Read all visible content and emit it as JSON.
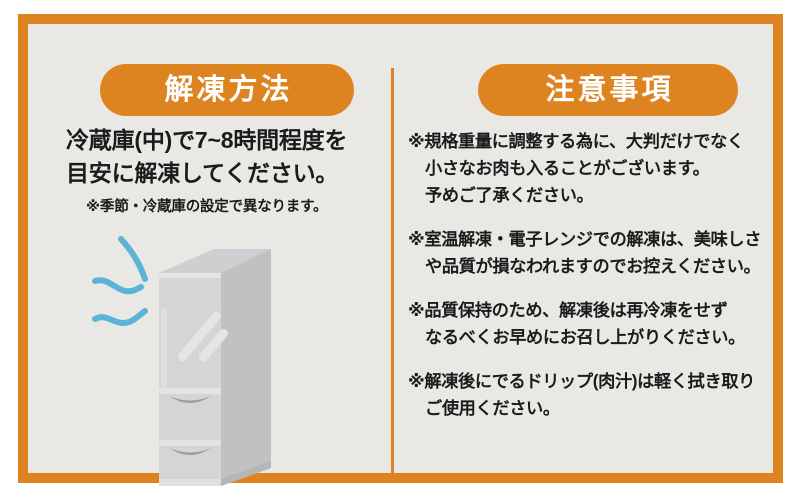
{
  "colors": {
    "frame_orange": "#dd8420",
    "background": "#e9e8e4",
    "page_white": "#ffffff",
    "text_dark": "#1b1b1b",
    "pill_text": "#ffffff",
    "cool_air_blue": "#5bb4d6",
    "fridge_body": "#d3d5d6",
    "fridge_top": "#cdcfd0",
    "fridge_side": "#bfc1c2",
    "fridge_handle": "#9a9d9f"
  },
  "left_panel": {
    "title": "解凍方法",
    "lead_line_1": "冷蔵庫(中)で7~8時間程度を",
    "lead_line_2": "目安に解凍してください。",
    "note": "※季節・冷蔵庫の設定で異なります。",
    "illustration_name": "refrigerator-illustration",
    "illustration_alt": "三段式冷蔵庫のイラスト（冷気の線つき）"
  },
  "right_panel": {
    "title": "注意事項",
    "items": [
      "※規格重量に調整する為に、大判だけでなく\n小さなお肉も入ることがございます。\n予めご了承ください。",
      "※室温解凍・電子レンジでの解凍は、美味しさ\nや品質が損なわれますのでお控えください。",
      "※品質保持のため、解凍後は再冷凍をせず\nなるべくお早めにお召し上がりください。",
      "※解凍後にでるドリップ(肉汁)は軽く拭き取り\nご使用ください。"
    ]
  }
}
